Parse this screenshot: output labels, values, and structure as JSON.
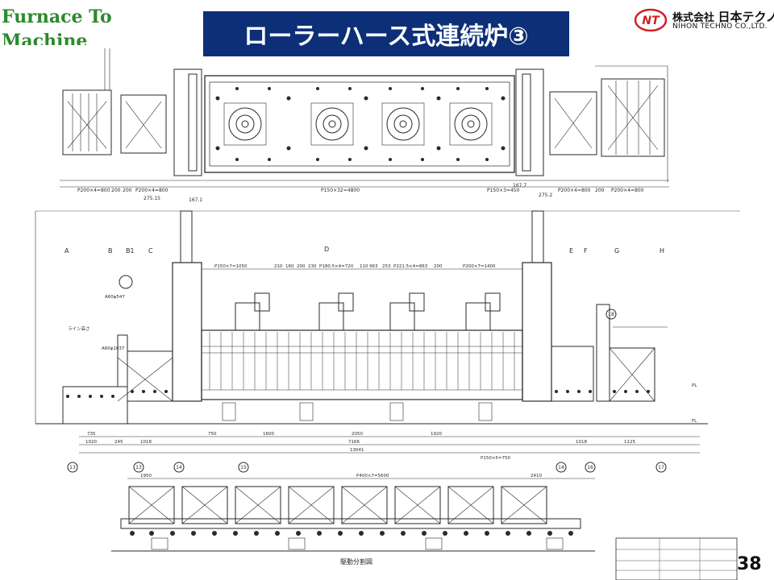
{
  "brand": {
    "line1": "Furnace To",
    "line2": "Machine"
  },
  "title": "ローラーハース式連続炉③",
  "logo": {
    "jp_prefix": "株式会社",
    "jp_name": "日本テクノ",
    "en": "NIHON TECHNO CO.,LTD.",
    "mark": "NT"
  },
  "drawing": {
    "dims_top": [
      "P200×4=800",
      "200",
      "200",
      "P200×4=800",
      "P150×32=4800",
      "P150×3=450",
      "P200×4=800",
      "200",
      "P200×4=800",
      "275.15",
      "275.2",
      "167.7",
      "167.1"
    ],
    "section_marks": [
      "A",
      "B",
      "B1",
      "C",
      "D",
      "E",
      "F",
      "G",
      "H"
    ],
    "dims_mid": [
      "P150×7=1050",
      "210",
      "160",
      "200",
      "230",
      "P180.5×4=720",
      "110",
      "963",
      "253",
      "P221.5×4=863",
      "200",
      "P200×7=1400"
    ],
    "dims_bottom": [
      "735",
      "1020",
      "245",
      "1018",
      "750",
      "1600",
      "2050",
      "1920",
      "1018",
      "7166",
      "13041",
      "1125",
      "P150×5=750"
    ],
    "balloons": [
      "13",
      "13",
      "14",
      "15",
      "14",
      "16",
      "17",
      "18"
    ],
    "side_labels": [
      "A60φ1037",
      "A60φ547",
      "ライン高さ",
      "FL",
      "PL"
    ],
    "bottom_dims": [
      "1950",
      "P400×7=5600",
      "2410"
    ],
    "caption": "駆動分割図"
  },
  "page_number": "38",
  "colors": {
    "title_bg": "#0d2f78",
    "brand": "#2c8a2c",
    "logo_red": "#d21f26",
    "line": "#2a2a2a"
  }
}
